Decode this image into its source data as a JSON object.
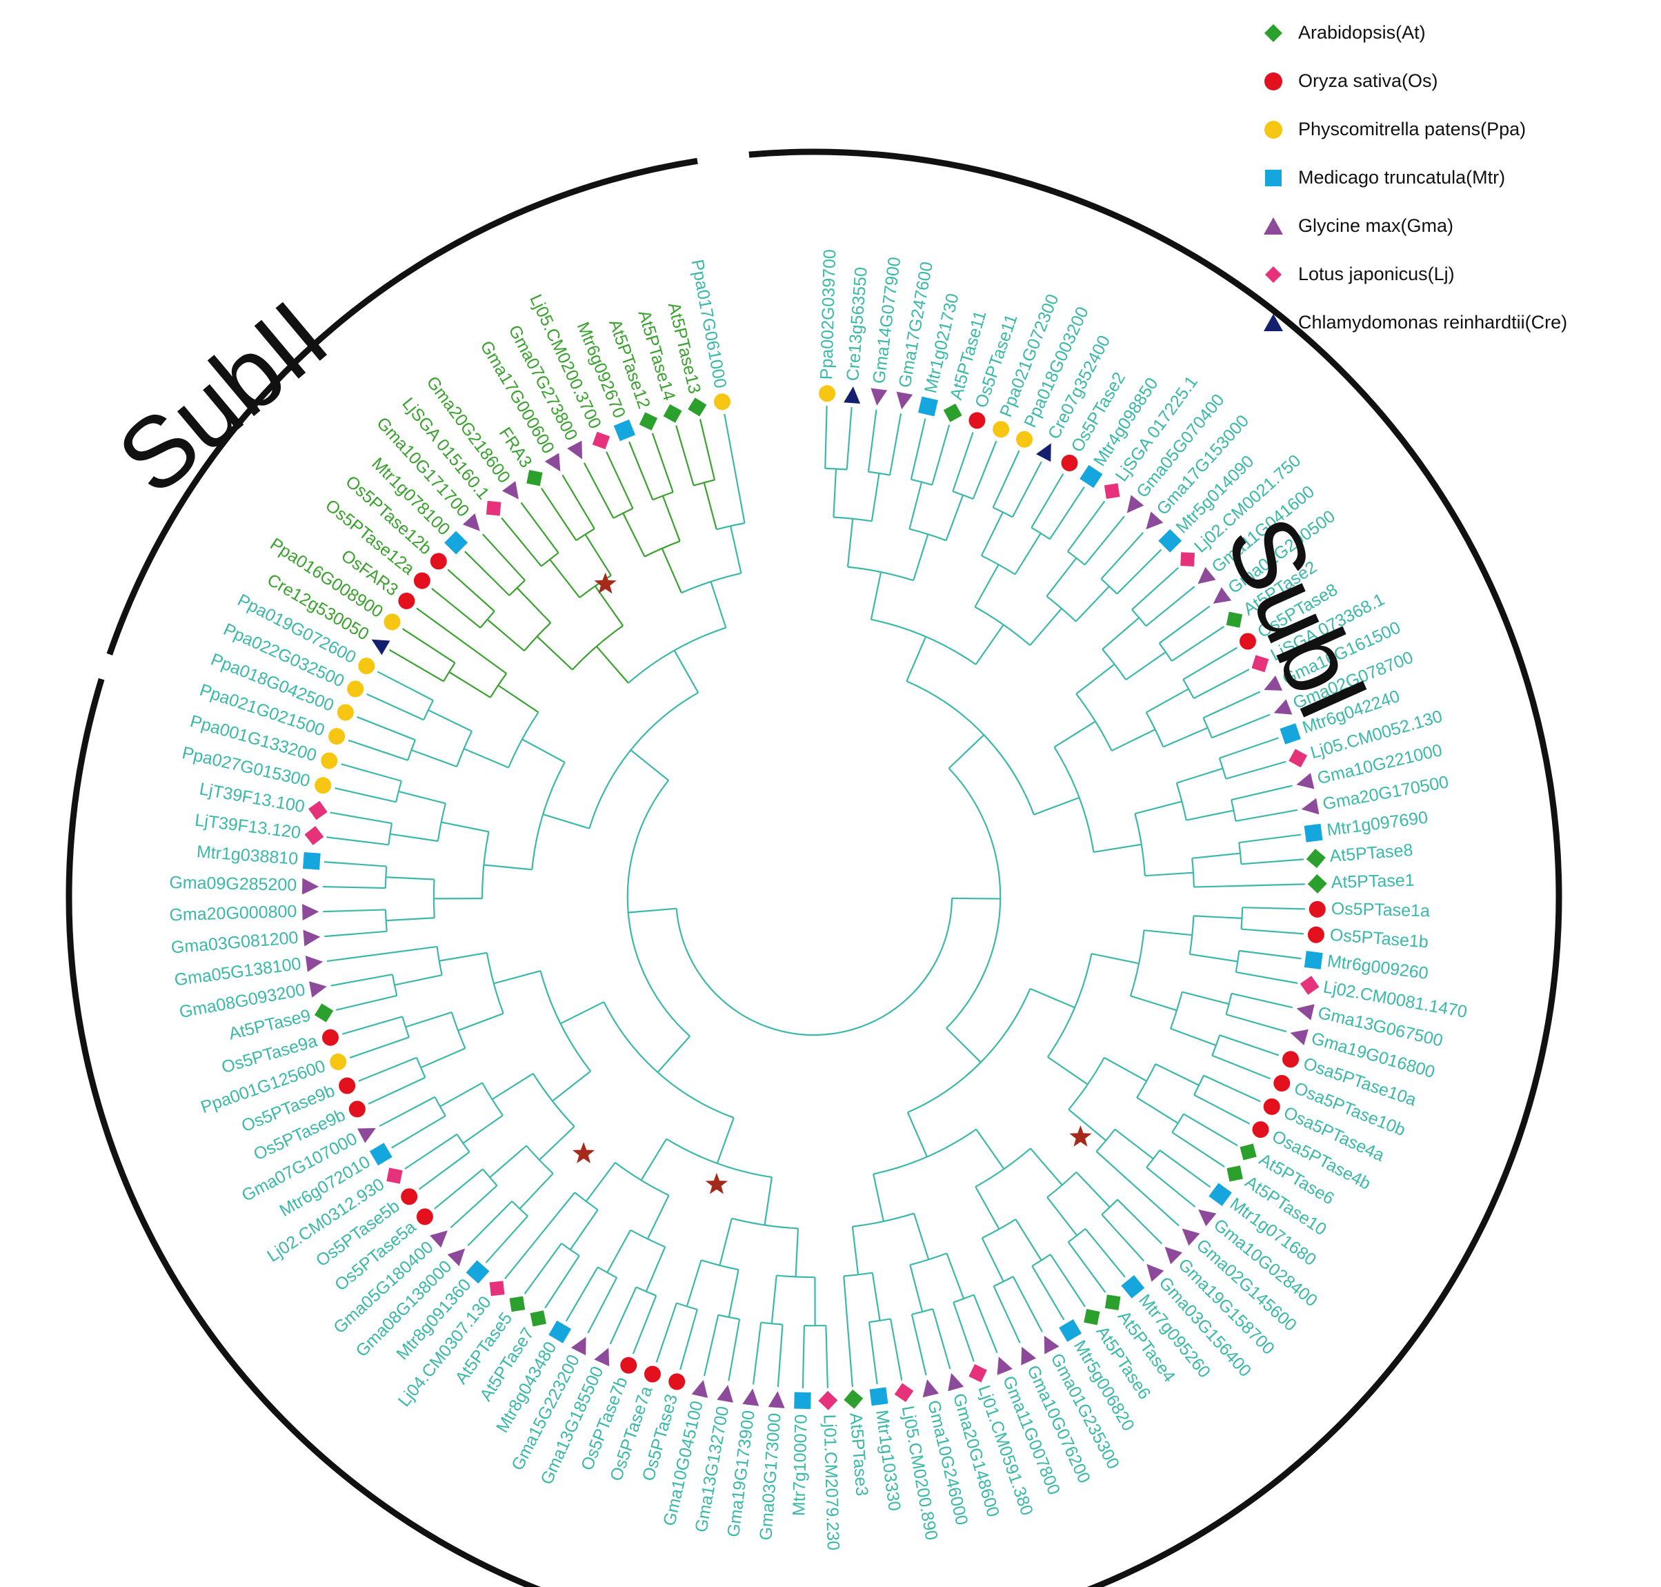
{
  "legend": [
    {
      "key": "At",
      "label": "Arabidopsis(At)",
      "shape": "diamond",
      "color": "#2ca02c"
    },
    {
      "key": "Os",
      "label": "Oryza sativa(Os)",
      "shape": "circle",
      "color": "#e3101e"
    },
    {
      "key": "Ppa",
      "label": "Physcomitrella patens(Ppa)",
      "shape": "circle",
      "color": "#f7c613"
    },
    {
      "key": "Mtr",
      "label": "Medicago truncatula(Mtr)",
      "shape": "square",
      "color": "#14a6dc"
    },
    {
      "key": "Gma",
      "label": "Glycine max(Gma)",
      "shape": "triangle",
      "color": "#8e4a9a"
    },
    {
      "key": "Lj",
      "label": "Lotus japonicus(Lj)",
      "shape": "diamond",
      "color": "#e6327a"
    },
    {
      "key": "Cre",
      "label": "Chlamydomonas reinhardtii(Cre)",
      "shape": "triangle-up",
      "color": "#14206e"
    }
  ],
  "subgroups": [
    {
      "label": "SubII",
      "color": "#3aa12f"
    },
    {
      "label": "SubI",
      "color": "#3bb8a8"
    }
  ],
  "colors": {
    "sub1": "#3bb8a8",
    "sub2": "#3aa12f",
    "arc": "#111111",
    "star": "#a52a1a"
  },
  "leaves": [
    {
      "name": "Ppa002G039700",
      "sp": "Ppa",
      "sub": "SubI"
    },
    {
      "name": "Cre13g563550",
      "sp": "Cre",
      "sub": "SubI"
    },
    {
      "name": "Gma14G077900",
      "sp": "Gma",
      "sub": "SubI"
    },
    {
      "name": "Gma17G247600",
      "sp": "Gma",
      "sub": "SubI"
    },
    {
      "name": "Mtr1g021730",
      "sp": "Mtr",
      "sub": "SubI"
    },
    {
      "name": "At5PTase11",
      "sp": "At",
      "sub": "SubI"
    },
    {
      "name": "Os5PTase11",
      "sp": "Os",
      "sub": "SubI"
    },
    {
      "name": "Ppa021G072300",
      "sp": "Ppa",
      "sub": "SubI"
    },
    {
      "name": "Ppa018G003200",
      "sp": "Ppa",
      "sub": "SubI"
    },
    {
      "name": "Cre07g352400",
      "sp": "Cre",
      "sub": "SubI"
    },
    {
      "name": "Os5PTase2",
      "sp": "Os",
      "sub": "SubI"
    },
    {
      "name": "Mtr4g098850",
      "sp": "Mtr",
      "sub": "SubI"
    },
    {
      "name": "LjSGA 017225.1",
      "sp": "Lj",
      "sub": "SubI"
    },
    {
      "name": "Gma05G070400",
      "sp": "Gma",
      "sub": "SubI"
    },
    {
      "name": "Gma17G153000",
      "sp": "Gma",
      "sub": "SubI"
    },
    {
      "name": "Mtr5g014090",
      "sp": "Mtr",
      "sub": "SubI"
    },
    {
      "name": "Lj02.CM0021.750",
      "sp": "Lj",
      "sub": "SubI"
    },
    {
      "name": "Gma11G041600",
      "sp": "Gma",
      "sub": "SubI"
    },
    {
      "name": "Gma01G200500",
      "sp": "Gma",
      "sub": "SubI"
    },
    {
      "name": "At5PTase2",
      "sp": "At",
      "sub": "SubI"
    },
    {
      "name": "Os5PTase8",
      "sp": "Os",
      "sub": "SubI"
    },
    {
      "name": "LjSGA 073368.1",
      "sp": "Lj",
      "sub": "SubI"
    },
    {
      "name": "Gma16G161500",
      "sp": "Gma",
      "sub": "SubI"
    },
    {
      "name": "Gma02G078700",
      "sp": "Gma",
      "sub": "SubI"
    },
    {
      "name": "Mtr6g042240",
      "sp": "Mtr",
      "sub": "SubI"
    },
    {
      "name": "Lj05.CM0052.130",
      "sp": "Lj",
      "sub": "SubI"
    },
    {
      "name": "Gma10G221000",
      "sp": "Gma",
      "sub": "SubI"
    },
    {
      "name": "Gma20G170500",
      "sp": "Gma",
      "sub": "SubI"
    },
    {
      "name": "Mtr1g097690",
      "sp": "Mtr",
      "sub": "SubI"
    },
    {
      "name": "At5PTase8",
      "sp": "At",
      "sub": "SubI"
    },
    {
      "name": "At5PTase1",
      "sp": "At",
      "sub": "SubI"
    },
    {
      "name": "Os5PTase1a",
      "sp": "Os",
      "sub": "SubI"
    },
    {
      "name": "Os5PTase1b",
      "sp": "Os",
      "sub": "SubI"
    },
    {
      "name": "Mtr6g009260",
      "sp": "Mtr",
      "sub": "SubI"
    },
    {
      "name": "Lj02.CM0081.1470",
      "sp": "Lj",
      "sub": "SubI"
    },
    {
      "name": "Gma13G067500",
      "sp": "Gma",
      "sub": "SubI"
    },
    {
      "name": "Gma19G016800",
      "sp": "Gma",
      "sub": "SubI"
    },
    {
      "name": "Osa5PTase10a",
      "sp": "Os",
      "sub": "SubI"
    },
    {
      "name": "Osa5PTase10b",
      "sp": "Os",
      "sub": "SubI"
    },
    {
      "name": "Osa5PTase4a",
      "sp": "Os",
      "sub": "SubI"
    },
    {
      "name": "Osa5PTase4b",
      "sp": "Os",
      "sub": "SubI"
    },
    {
      "name": "At5PTase6",
      "sp": "At",
      "sub": "SubI"
    },
    {
      "name": "At5PTase10",
      "sp": "At",
      "sub": "SubI"
    },
    {
      "name": "Mtr1g071680",
      "sp": "Mtr",
      "sub": "SubI"
    },
    {
      "name": "Gma10G028400",
      "sp": "Gma",
      "sub": "SubI"
    },
    {
      "name": "Gma02G145600",
      "sp": "Gma",
      "sub": "SubI"
    },
    {
      "name": "Gma19G158700",
      "sp": "Gma",
      "sub": "SubI"
    },
    {
      "name": "Gma03G156400",
      "sp": "Gma",
      "sub": "SubI"
    },
    {
      "name": "Mtr7g095260",
      "sp": "Mtr",
      "sub": "SubI"
    },
    {
      "name": "At5PTase4",
      "sp": "At",
      "sub": "SubI"
    },
    {
      "name": "At5PTase6",
      "sp": "At",
      "sub": "SubI"
    },
    {
      "name": "Mtr5g006820",
      "sp": "Mtr",
      "sub": "SubI"
    },
    {
      "name": "Gma01G235300",
      "sp": "Gma",
      "sub": "SubI"
    },
    {
      "name": "Gma10G076200",
      "sp": "Gma",
      "sub": "SubI"
    },
    {
      "name": "Gma11G007800",
      "sp": "Gma",
      "sub": "SubI"
    },
    {
      "name": "Lj01.CM0591.380",
      "sp": "Lj",
      "sub": "SubI"
    },
    {
      "name": "Gma20G148600",
      "sp": "Gma",
      "sub": "SubI"
    },
    {
      "name": "Gma10G246000",
      "sp": "Gma",
      "sub": "SubI"
    },
    {
      "name": "Lj05.CM0200.890",
      "sp": "Lj",
      "sub": "SubI"
    },
    {
      "name": "Mtr1g103330",
      "sp": "Mtr",
      "sub": "SubI"
    },
    {
      "name": "At5PTase3",
      "sp": "At",
      "sub": "SubI"
    },
    {
      "name": "Lj01.CM2079.230",
      "sp": "Lj",
      "sub": "SubI"
    },
    {
      "name": "Mtr7g100070",
      "sp": "Mtr",
      "sub": "SubI"
    },
    {
      "name": "Gma03G173000",
      "sp": "Gma",
      "sub": "SubI"
    },
    {
      "name": "Gma19G173900",
      "sp": "Gma",
      "sub": "SubI"
    },
    {
      "name": "Gma13G132700",
      "sp": "Gma",
      "sub": "SubI"
    },
    {
      "name": "Gma10G045100",
      "sp": "Gma",
      "sub": "SubI"
    },
    {
      "name": "Os5PTase3",
      "sp": "Os",
      "sub": "SubI"
    },
    {
      "name": "Os5PTase7a",
      "sp": "Os",
      "sub": "SubI"
    },
    {
      "name": "Os5PTase7b",
      "sp": "Os",
      "sub": "SubI"
    },
    {
      "name": "Gma13G185500",
      "sp": "Gma",
      "sub": "SubI"
    },
    {
      "name": "Gma15G223200",
      "sp": "Gma",
      "sub": "SubI"
    },
    {
      "name": "Mtr8g043480",
      "sp": "Mtr",
      "sub": "SubI"
    },
    {
      "name": "At5PTase7",
      "sp": "At",
      "sub": "SubI"
    },
    {
      "name": "At5PTase5",
      "sp": "At",
      "sub": "SubI"
    },
    {
      "name": "Lj04.CM0307.130",
      "sp": "Lj",
      "sub": "SubI"
    },
    {
      "name": "Mtr8g091360",
      "sp": "Mtr",
      "sub": "SubI"
    },
    {
      "name": "Gma08G138000",
      "sp": "Gma",
      "sub": "SubI"
    },
    {
      "name": "Gma05G180400",
      "sp": "Gma",
      "sub": "SubI"
    },
    {
      "name": "Os5PTase5a",
      "sp": "Os",
      "sub": "SubI"
    },
    {
      "name": "Os5PTase5b",
      "sp": "Os",
      "sub": "SubI"
    },
    {
      "name": "Lj02.CM0312.930",
      "sp": "Lj",
      "sub": "SubI"
    },
    {
      "name": "Mtr6g072010",
      "sp": "Mtr",
      "sub": "SubI"
    },
    {
      "name": "Gma07G107000",
      "sp": "Gma",
      "sub": "SubI"
    },
    {
      "name": "Os5PTase9b",
      "sp": "Os",
      "sub": "SubI"
    },
    {
      "name": "Os5PTase9b",
      "sp": "Os",
      "sub": "SubI"
    },
    {
      "name": "Ppa001G125600",
      "sp": "Ppa",
      "sub": "SubI"
    },
    {
      "name": "Os5PTase9a",
      "sp": "Os",
      "sub": "SubI"
    },
    {
      "name": "At5PTase9",
      "sp": "At",
      "sub": "SubI"
    },
    {
      "name": "Gma08G093200",
      "sp": "Gma",
      "sub": "SubI"
    },
    {
      "name": "Gma05G138100",
      "sp": "Gma",
      "sub": "SubI"
    },
    {
      "name": "Gma03G081200",
      "sp": "Gma",
      "sub": "SubI"
    },
    {
      "name": "Gma20G000800",
      "sp": "Gma",
      "sub": "SubI"
    },
    {
      "name": "Gma09G285200",
      "sp": "Gma",
      "sub": "SubI"
    },
    {
      "name": "Mtr1g038810",
      "sp": "Mtr",
      "sub": "SubI"
    },
    {
      "name": "LjT39F13.120",
      "sp": "Lj",
      "sub": "SubI"
    },
    {
      "name": "LjT39F13.100",
      "sp": "Lj",
      "sub": "SubI"
    },
    {
      "name": "Ppa027G015300",
      "sp": "Ppa",
      "sub": "SubI"
    },
    {
      "name": "Ppa001G133200",
      "sp": "Ppa",
      "sub": "SubI"
    },
    {
      "name": "Ppa021G021500",
      "sp": "Ppa",
      "sub": "SubI"
    },
    {
      "name": "Ppa018G042500",
      "sp": "Ppa",
      "sub": "SubI"
    },
    {
      "name": "Ppa022G032500",
      "sp": "Ppa",
      "sub": "SubI"
    },
    {
      "name": "Ppa019G072600",
      "sp": "Ppa",
      "sub": "SubI"
    },
    {
      "name": "Cre12g530050",
      "sp": "Cre",
      "sub": "SubII"
    },
    {
      "name": "Ppa016G008900",
      "sp": "Ppa",
      "sub": "SubII"
    },
    {
      "name": "OsFAR3",
      "sp": "Os",
      "sub": "SubII"
    },
    {
      "name": "Os5PTase12a",
      "sp": "Os",
      "sub": "SubII"
    },
    {
      "name": "Os5PTase12b",
      "sp": "Os",
      "sub": "SubII"
    },
    {
      "name": "Mtr1g078100",
      "sp": "Mtr",
      "sub": "SubII"
    },
    {
      "name": "Gma10G171700",
      "sp": "Gma",
      "sub": "SubII"
    },
    {
      "name": "LjSGA 015160.1",
      "sp": "Lj",
      "sub": "SubII"
    },
    {
      "name": "Gma20G218600",
      "sp": "Gma",
      "sub": "SubII"
    },
    {
      "name": "FRA3",
      "sp": "At",
      "sub": "SubII"
    },
    {
      "name": "Gma17G000600",
      "sp": "Gma",
      "sub": "SubII"
    },
    {
      "name": "Gma07G273800",
      "sp": "Gma",
      "sub": "SubII"
    },
    {
      "name": "Lj05.CM0200.3700",
      "sp": "Lj",
      "sub": "SubII"
    },
    {
      "name": "Mtr6g092670",
      "sp": "Mtr",
      "sub": "SubII"
    },
    {
      "name": "At5PTase12",
      "sp": "At",
      "sub": "SubII"
    },
    {
      "name": "At5PTase14",
      "sp": "At",
      "sub": "SubII"
    },
    {
      "name": "At5PTase13",
      "sp": "At",
      "sub": "SubII"
    },
    {
      "name": "Ppa017G061000",
      "sp": "Ppa",
      "sub": "SubI"
    }
  ]
}
